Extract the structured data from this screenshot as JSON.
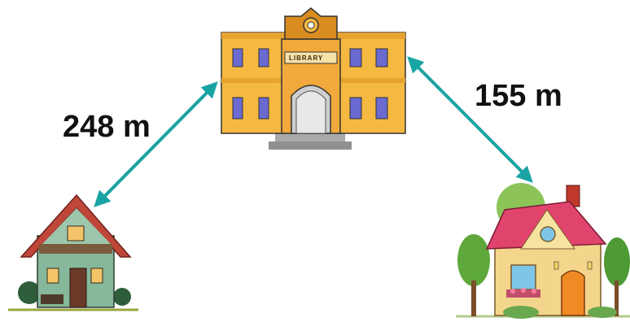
{
  "distances": {
    "left_label": "248 m",
    "right_label": "155 m"
  },
  "library": {
    "sign_text": "LIBRARY"
  },
  "colors": {
    "arrow": "#1aa3a3",
    "library_wall": "#f5b942",
    "library_trim": "#d98c1f",
    "left_house_wall": "#86b89b",
    "left_house_roof": "#c0463a",
    "right_house_wall": "#f4d58c",
    "right_house_roof": "#e0446c"
  },
  "icons": [
    "library-building-icon",
    "left-house-icon",
    "right-house-icon",
    "distance-arrow-icon"
  ]
}
